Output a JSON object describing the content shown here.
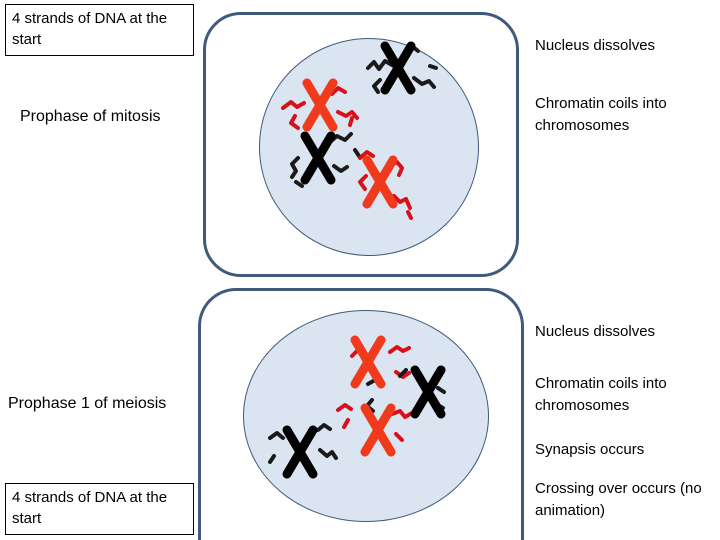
{
  "mitosis": {
    "start_note": "4 strands of DNA at the start",
    "title": "Prophase of mitosis",
    "notes": [
      "Nucleus dissolves",
      "Chromatin coils into chromosomes"
    ]
  },
  "meiosis": {
    "title": "Prophase 1 of meiosis",
    "start_note": "4 strands of DNA at the start",
    "notes": [
      "Nucleus dissolves",
      "Chromatin coils into chromosomes",
      "Synapsis occurs",
      "Crossing over occurs (no animation)"
    ]
  },
  "colors": {
    "cell_border": "#3f5a7a",
    "nucleus_fill": "#dbe4f1",
    "chromosome_black": "#000000",
    "chromosome_red": "#f03a1c",
    "chromatin_red": "#d8101a",
    "chromatin_black": "#1a1a1a"
  }
}
